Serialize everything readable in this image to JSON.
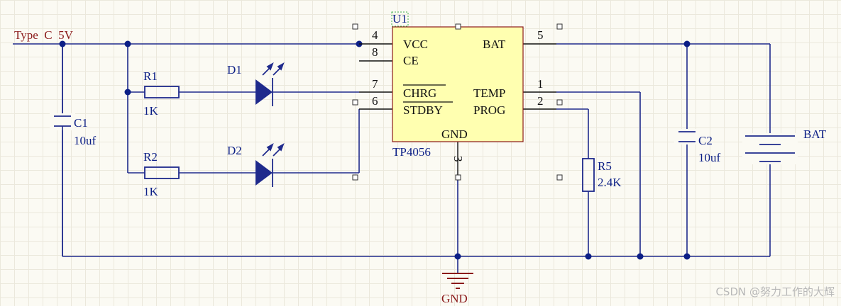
{
  "power_net": "Type  C  5V",
  "ground_net": "GND",
  "ic": {
    "designator": "U1",
    "part": "TP4056",
    "pins": {
      "vcc": "VCC",
      "ce": "CE",
      "chrg": "CHRG",
      "stdby": "STDBY",
      "bat": "BAT",
      "temp": "TEMP",
      "prog": "PROG",
      "gnd": "GND"
    },
    "pin_numbers": {
      "vcc": "4",
      "ce": "8",
      "chrg": "7",
      "stdby": "6",
      "bat": "5",
      "temp": "1",
      "prog": "2",
      "gnd": "3"
    }
  },
  "components": {
    "r1": {
      "name": "R1",
      "value": "1K"
    },
    "r2": {
      "name": "R2",
      "value": "1K"
    },
    "d1": {
      "name": "D1"
    },
    "d2": {
      "name": "D2"
    },
    "c1": {
      "name": "C1",
      "value": "10uf"
    },
    "c2": {
      "name": "C2",
      "value": "10uf"
    },
    "r5": {
      "name": "R5",
      "value": "2.4K"
    },
    "battery": {
      "name": "BAT"
    }
  },
  "watermark": "CSDN @努力工作的大辉",
  "colors": {
    "wire": "#1f2a8c",
    "ic_fill": "#ffffb0",
    "ic_border": "#8b1a1a",
    "ground": "#8b1a1a",
    "net_label": "#8b1a1a"
  }
}
